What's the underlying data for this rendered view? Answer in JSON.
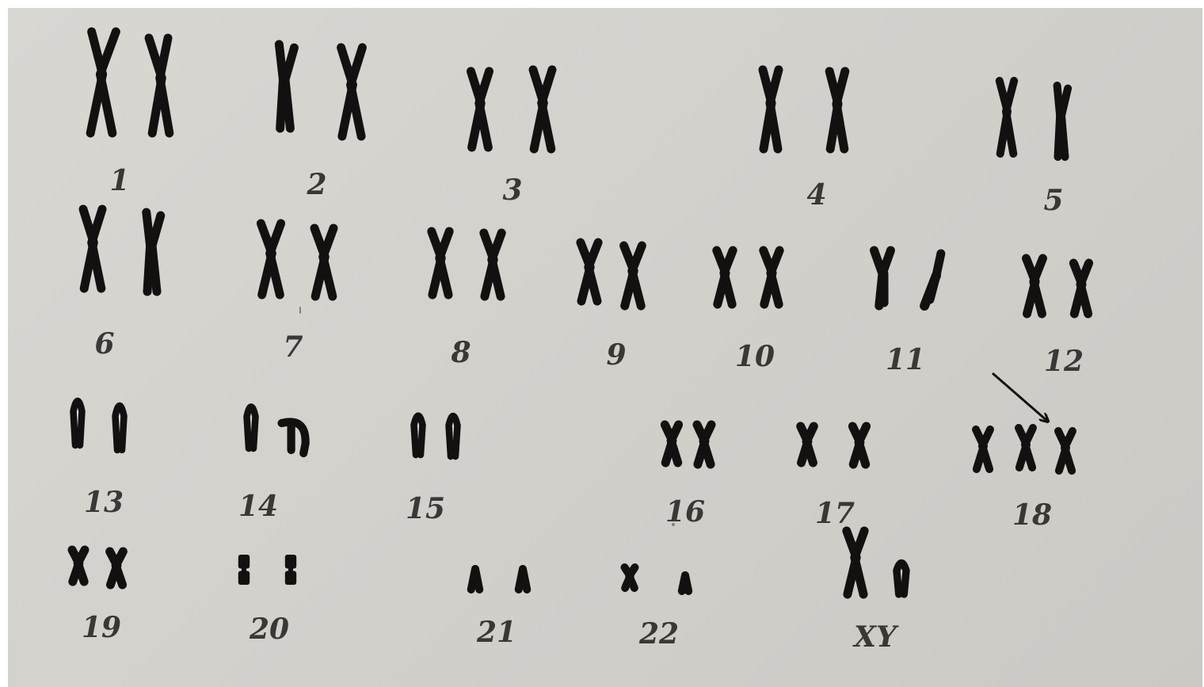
{
  "colors": {
    "paper": "#d6d4cf",
    "ink": "#121110",
    "label": "#3a3836"
  },
  "karyotype": {
    "pairs": [
      {
        "label": "1",
        "copies": 2
      },
      {
        "label": "2",
        "copies": 2
      },
      {
        "label": "3",
        "copies": 2
      },
      {
        "label": "4",
        "copies": 2
      },
      {
        "label": "5",
        "copies": 2
      },
      {
        "label": "6",
        "copies": 2
      },
      {
        "label": "7",
        "copies": 2
      },
      {
        "label": "8",
        "copies": 2
      },
      {
        "label": "9",
        "copies": 2
      },
      {
        "label": "10",
        "copies": 2
      },
      {
        "label": "11",
        "copies": 2
      },
      {
        "label": "12",
        "copies": 2
      },
      {
        "label": "13",
        "copies": 2
      },
      {
        "label": "14",
        "copies": 2
      },
      {
        "label": "15",
        "copies": 2
      },
      {
        "label": "16",
        "copies": 2
      },
      {
        "label": "17",
        "copies": 2
      },
      {
        "label": "18",
        "copies": 3
      },
      {
        "label": "19",
        "copies": 2
      },
      {
        "label": "20",
        "copies": 2
      },
      {
        "label": "21",
        "copies": 2
      },
      {
        "label": "22",
        "copies": 2
      },
      {
        "label": "XY",
        "copies": 2
      }
    ]
  }
}
